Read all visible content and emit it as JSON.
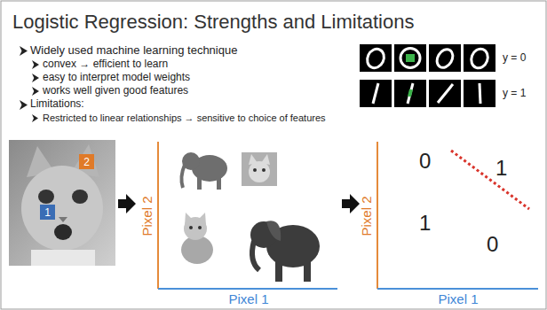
{
  "diagram": {
    "title": "Logistic Regression: Strengths and Limitations",
    "nodes": [
      {
        "text": [
          "1"
        ]
      },
      {
        "text": [
          "2"
        ]
      }
    ],
    "labels": [
      "Widely used machine learning technique",
      "convex → efficient to learn",
      "easy to interpret model weights",
      "works well given good features",
      "Limitations:",
      "Restricted to linear relationships → sensitive to choice of features",
      "y = 0",
      "y = 1",
      "Pixel 2",
      "Pixel 1",
      "Pixel 2",
      "Pixel 1",
      "0",
      "1",
      "1",
      "0"
    ]
  }
}
